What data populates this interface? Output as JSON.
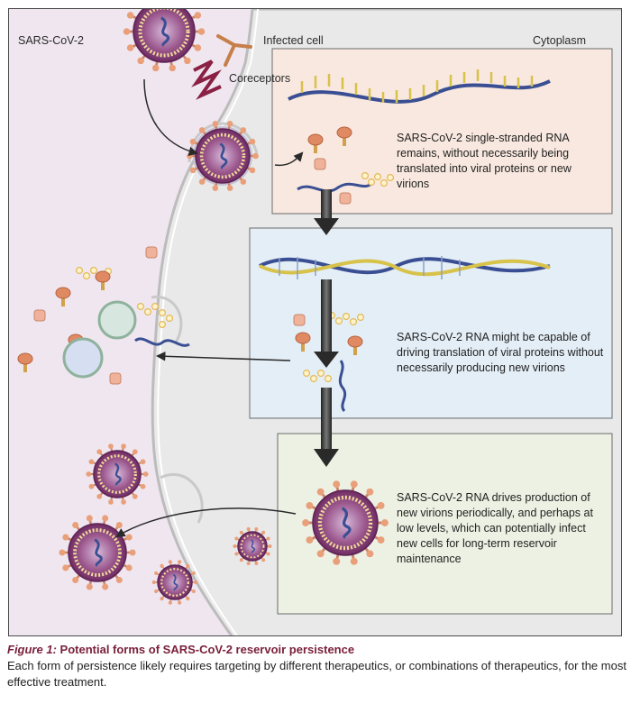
{
  "labels": {
    "virus": "SARS-CoV-2",
    "infected_cell": "Infected cell",
    "cytoplasm": "Cytoplasm",
    "coreceptors": "Coreceptors"
  },
  "panels": [
    {
      "text": "SARS-CoV-2 single-stranded RNA remains, without necessarily being translated into viral proteins or new virions",
      "color": "#f8e8df"
    },
    {
      "text": "SARS-CoV-2 RNA might be capable of driving translation of viral proteins without necessarily producing new virions",
      "color": "#e4eef6"
    },
    {
      "text": "SARS-CoV-2 RNA drives production of new virions periodically, and perhaps at low levels, which can potentially infect new cells for long-term reservoir maintenance",
      "color": "#ecf1e3"
    }
  ],
  "caption": {
    "figure_label": "Figure 1:",
    "title": "Potential forms of SARS-CoV-2 reservoir persistence",
    "body": "Each form of persistence likely requires targeting by different therapeutics, or combinations of therapeutics, for the most effective treatment."
  },
  "colors": {
    "outside": "#efe6ef",
    "cell": "#ececec",
    "virus_body": "#8a3a78",
    "spike": "#e9a07a",
    "rna": "#3a4f93",
    "arrow": "#3a3a3a"
  }
}
